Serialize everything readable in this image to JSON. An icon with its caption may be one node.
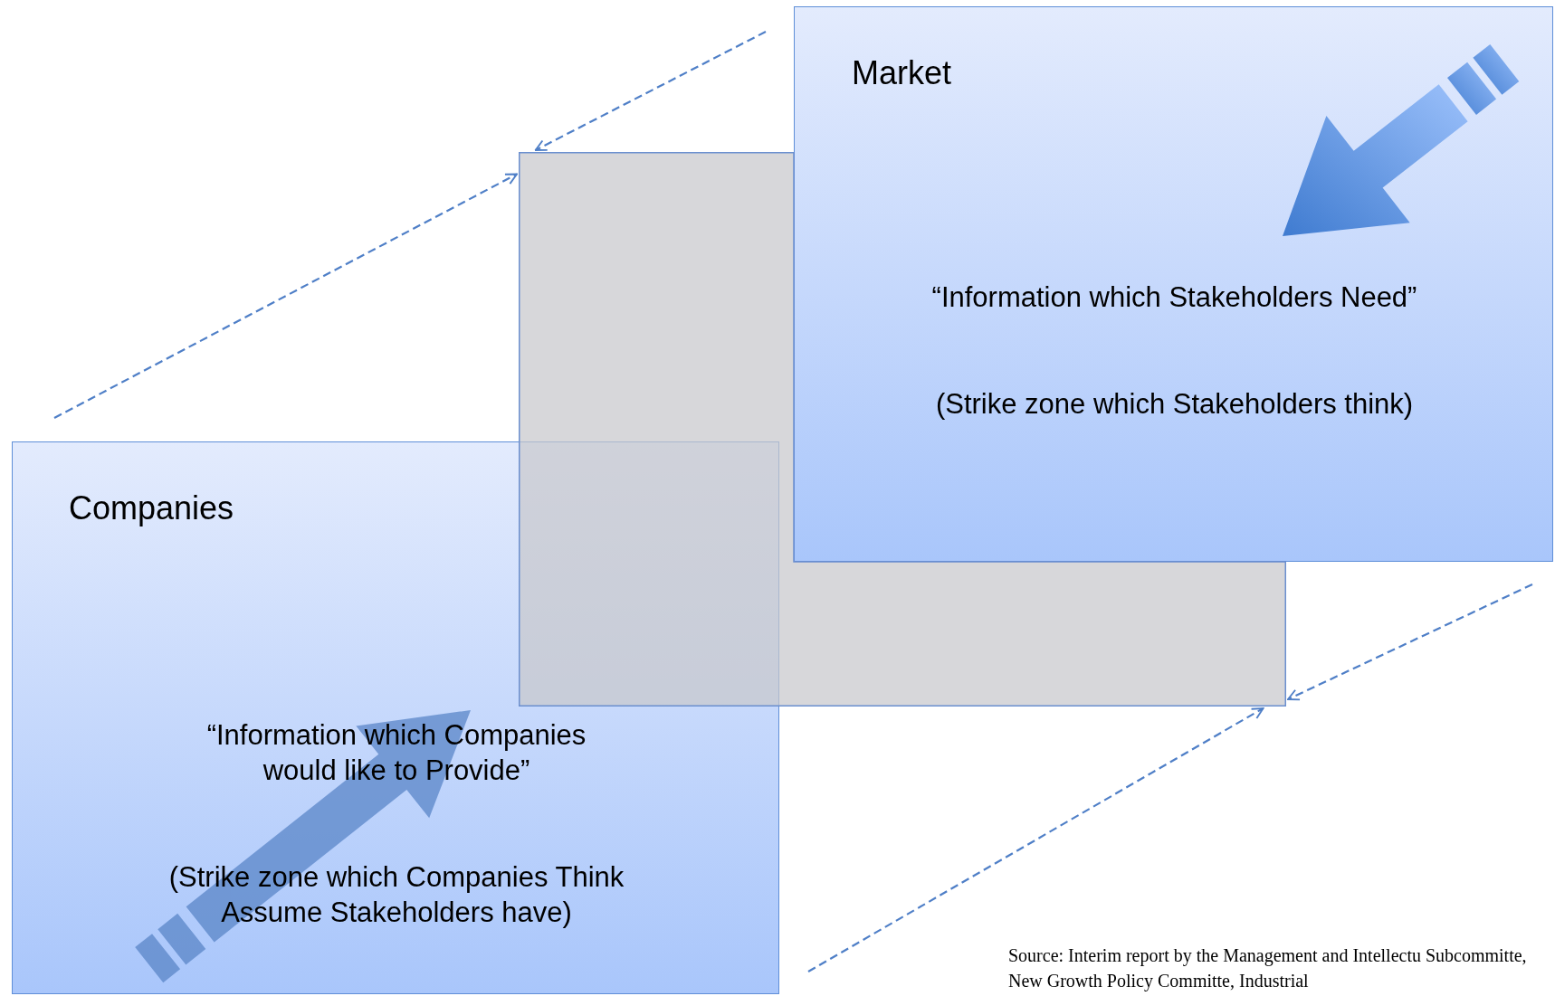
{
  "diagram": {
    "nodes": [
      {
        "text": [
          "Market",
          "“Information which Stakeholders Need”",
          "(Strike zone which Stakeholders think)"
        ]
      },
      {
        "text": [
          "Companies",
          "“Information which Companies would like to Provide”",
          "(Strike zone which Companies Think Assume Stakeholders have)"
        ]
      },
      {
        "text": [],
        "shape": "box"
      }
    ],
    "edges": [
      {
        "from": null,
        "to": 2,
        "arrow": "to",
        "style": "dashed"
      },
      {
        "from": null,
        "to": 2,
        "arrow": "to",
        "style": "dashed"
      },
      {
        "from": null,
        "to": 2,
        "arrow": "to",
        "style": "dashed"
      },
      {
        "from": null,
        "to": 2,
        "arrow": "to",
        "style": "dashed"
      }
    ],
    "labels": [
      "Source: Interim report by the Management and Intellectu Subcommitte, New Growth Policy Committe, Industrial"
    ]
  }
}
